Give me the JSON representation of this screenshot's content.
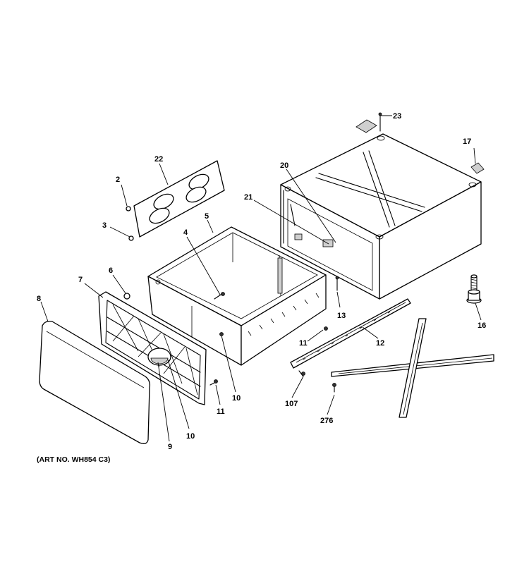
{
  "diagram": {
    "caption": "(ART NO. WH854 C3)",
    "callouts": [
      "23",
      "17",
      "22",
      "20",
      "2",
      "21",
      "5",
      "3",
      "4",
      "6",
      "7",
      "8",
      "13",
      "16",
      "11",
      "12",
      "10",
      "107",
      "276",
      "11",
      "10",
      "9"
    ]
  }
}
